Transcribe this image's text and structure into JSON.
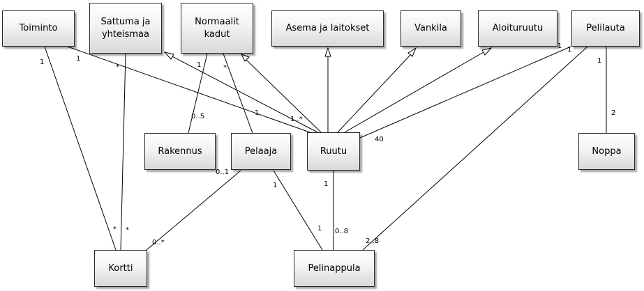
{
  "classes": {
    "toiminto": "Toiminto",
    "sattuma": "Sattuma ja\nyhteismaa",
    "normaalit": "Normaalit\nkadut",
    "asema": "Asema ja laitokset",
    "vankila": "Vankila",
    "aloitus": "Aloituruutu",
    "pelilauta": "Pelilauta",
    "rakennus": "Rakennus",
    "pelaaja": "Pelaaja",
    "ruutu": "Ruutu",
    "noppa": "Noppa",
    "kortti": "Kortti",
    "pelinappula": "Pelinappula"
  },
  "associations": [
    {
      "from": "Toiminto",
      "to": "Kortti",
      "from_mult": "1",
      "to_mult": "*"
    },
    {
      "from": "Toiminto",
      "to": "Ruutu",
      "from_mult": "1",
      "to_mult": "1"
    },
    {
      "from": "Sattuma ja yhteismaa",
      "to": "Kortti",
      "from_mult": "*",
      "to_mult": "*"
    },
    {
      "from": "Normaalit kadut",
      "to": "Rakennus",
      "from_mult": "1",
      "to_mult": "0..5"
    },
    {
      "from": "Normaalit kadut",
      "to": "Pelaaja",
      "from_mult": "*",
      "to_mult": ""
    },
    {
      "from": "Pelaaja",
      "to": "Kortti",
      "from_mult": "0..1",
      "to_mult": "0..*"
    },
    {
      "from": "Pelaaja",
      "to": "Pelinappula",
      "from_mult": "1",
      "to_mult": "1"
    },
    {
      "from": "Ruutu",
      "to": "Pelinappula",
      "from_mult": "1",
      "to_mult": "0..8"
    },
    {
      "from": "Pelilauta",
      "to": "Ruutu",
      "from_mult": "1",
      "to_mult": "40"
    },
    {
      "from": "Pelilauta",
      "to": "Pelinappula",
      "from_mult": "1",
      "to_mult": "2..8"
    },
    {
      "from": "Pelilauta",
      "to": "Noppa",
      "from_mult": "1",
      "to_mult": "2"
    }
  ],
  "generalizations": [
    {
      "child": "Ruutu",
      "parent": "Sattuma ja yhteismaa",
      "child_mult": "1..*"
    },
    {
      "child": "Ruutu",
      "parent": "Normaalit kadut"
    },
    {
      "child": "Ruutu",
      "parent": "Asema ja laitokset"
    },
    {
      "child": "Ruutu",
      "parent": "Vankila"
    },
    {
      "child": "Ruutu",
      "parent": "Aloituruutu"
    }
  ]
}
